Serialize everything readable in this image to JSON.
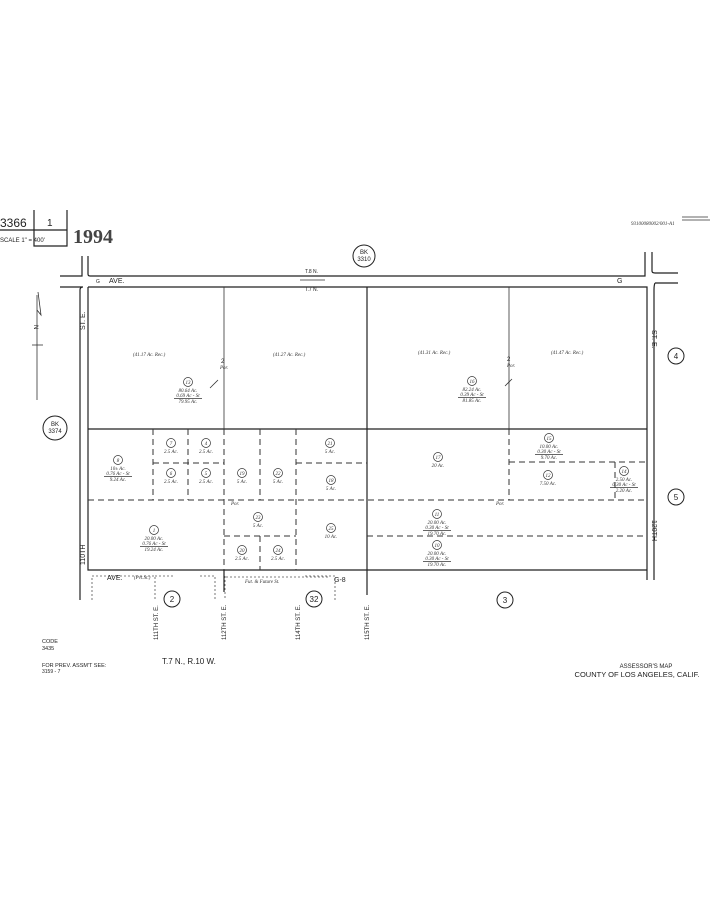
{
  "header": {
    "map_book": "3366",
    "page": "1",
    "scale": "SCALE 1\" = 400'",
    "year": "1994",
    "stamp_line1": "",
    "stamp_ref": "93100080002/001-A1"
  },
  "streets": {
    "top_ave": "AVE.",
    "top_ave_prefix": "G",
    "g_right": "G",
    "left_st": "ST. E.",
    "left_110th": "110TH",
    "right_st": "ST. E.",
    "right_120th": "120TH",
    "bottom_ave": "AVE.",
    "bottom_ave_note": "(Pvt.St.)",
    "future_st": "Fut. & Future St.",
    "g8": "G-8",
    "st_111": "111TH ST. E.",
    "st_112": "112TH ST. E.",
    "st_114": "114TH ST. E.",
    "st_115": "115TH ST. E."
  },
  "township": {
    "t8n": "T.8 N.",
    "t7n": "T.7 N.",
    "bottom": "T.7 N., R.10 W."
  },
  "books": {
    "bk_top": [
      "BK",
      "3310"
    ],
    "bk_left": [
      "BK",
      "3374"
    ]
  },
  "page_refs": [
    "4",
    "5",
    "2",
    "32",
    "3"
  ],
  "por": {
    "num": "2",
    "label": "Por.",
    "num1": "1"
  },
  "records": [
    "(41.17 Ac. Rec.)",
    "(41.27 Ac. Rec.)",
    "(41.31 Ac. Rec.)",
    "(41.47 Ac. Rec.)"
  ],
  "parcels": {
    "p13": {
      "n": "13",
      "a": "80.64 Ac.",
      "b": "0.69 Ac - St",
      "c": "79.95 Ac."
    },
    "p16": {
      "n": "16",
      "a": "82.24 Ac.",
      "b": "0.39 Ac - St",
      "c": "81.85 Ac."
    },
    "p8": {
      "n": "8",
      "a": "10± Ac.",
      "b": "0.76 Ac - St",
      "c": "9.24 Ac."
    },
    "p7": {
      "n": "7",
      "a": "2.5 Ac."
    },
    "p4": {
      "n": "4",
      "a": "2.5 Ac."
    },
    "p6": {
      "n": "6",
      "a": "2.5 Ac."
    },
    "p5": {
      "n": "5",
      "a": "2.5 Ac."
    },
    "p19": {
      "n": "19",
      "a": "5 Ac."
    },
    "p22": {
      "n": "22",
      "a": "5 Ac."
    },
    "p21": {
      "n": "21",
      "a": "5 Ac."
    },
    "p18": {
      "n": "18",
      "a": "5 Ac."
    },
    "p1": {
      "n": "1",
      "a": "20.00 Ac.",
      "b": "0.76 Ac - St",
      "c": "19.24 Ac."
    },
    "p23": {
      "n": "23",
      "a": "5 Ac."
    },
    "p20": {
      "n": "20",
      "a": "2.5 Ac."
    },
    "p24": {
      "n": "24",
      "a": "2.5 Ac."
    },
    "p25": {
      "n": "25",
      "a": "10 Ac."
    },
    "p17": {
      "n": "17",
      "a": "20 Ac."
    },
    "p15": {
      "n": "15",
      "a": "10.00 Ac.",
      "b": "0.30 Ac - St",
      "c": "9.70 Ac."
    },
    "p12": {
      "n": "12",
      "a": "7.50 Ac."
    },
    "p14": {
      "n": "14",
      "a": "2.50 Ac.",
      "b": "0.30 Ac - St",
      "c": "2.20 Ac."
    },
    "p11": {
      "n": "11",
      "a": "20.00 Ac.",
      "b": "0.30 Ac - St",
      "c": "19.70 Ac."
    },
    "p10": {
      "n": "10",
      "a": "20.00 Ac.",
      "b": "0.30 Ac - St",
      "c": "19.70 Ac."
    }
  },
  "footer": {
    "code_label": "CODE",
    "code": "3435",
    "prev_label": "FOR PREV. ASSM'T SEE:",
    "prev_ref": "3159 - 7",
    "assessor": "ASSESSOR'S MAP",
    "county": "COUNTY OF LOS ANGELES, CALIF."
  },
  "north": "N"
}
